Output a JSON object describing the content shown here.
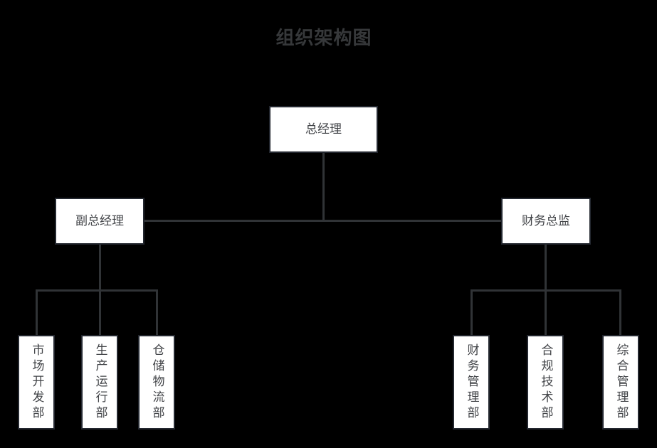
{
  "title": "组织架构图",
  "colors": {
    "background": "#000000",
    "node_fill": "#ffffff",
    "node_border": "#23272f",
    "connector": "#303336",
    "text": "#424448",
    "title_text": "#36383a"
  },
  "nodes": {
    "gm": {
      "label": "总经理"
    },
    "deputy_gm": {
      "label": "副总经理"
    },
    "finance_director": {
      "label": "财务总监"
    },
    "market_dev": {
      "label": "市场开发部"
    },
    "production_ops": {
      "label": "生产运行部"
    },
    "warehouse_logistics": {
      "label": "仓储物流部"
    },
    "finance_mgmt": {
      "label": "财务管理部"
    },
    "compliance_tech": {
      "label": "合规技术部"
    },
    "general_mgmt": {
      "label": "综合管理部"
    }
  },
  "edges": [
    {
      "from": "总经理",
      "to": "副总经理"
    },
    {
      "from": "总经理",
      "to": "财务总监"
    },
    {
      "from": "副总经理",
      "to": "市场开发部"
    },
    {
      "from": "副总经理",
      "to": "生产运行部"
    },
    {
      "from": "副总经理",
      "to": "仓储物流部"
    },
    {
      "from": "财务总监",
      "to": "财务管理部"
    },
    {
      "from": "财务总监",
      "to": "合规技术部"
    },
    {
      "from": "财务总监",
      "to": "综合管理部"
    }
  ]
}
